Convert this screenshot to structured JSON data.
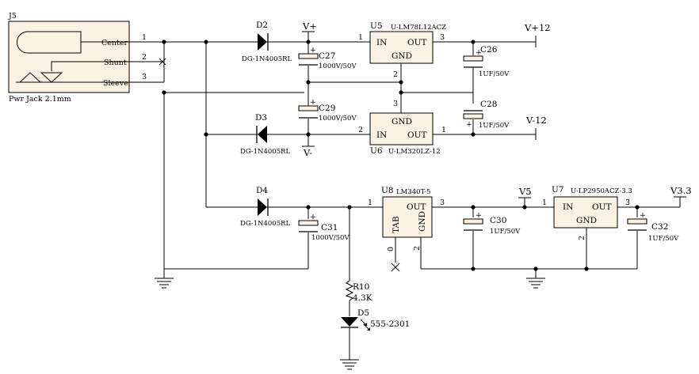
{
  "connector": {
    "ref": "J5",
    "pins": [
      "Center",
      "Shunt",
      "Sleeve"
    ],
    "pin_numbers": [
      "1",
      "2",
      "3"
    ],
    "value": "Pwr Jack 2.1mm"
  },
  "diodes": [
    {
      "ref": "D2",
      "value": "DG-1N4005RL"
    },
    {
      "ref": "D3",
      "value": "DG-1N4005RL"
    },
    {
      "ref": "D4",
      "value": "DG-1N4005RL"
    }
  ],
  "caps": {
    "c27": {
      "ref": "C27",
      "value": "1000V/50V"
    },
    "c29": {
      "ref": "C29",
      "value": "1000V/50V"
    },
    "c31": {
      "ref": "C31",
      "value": "1000V/50V"
    },
    "c26": {
      "ref": "C26",
      "value": "1UF/50V"
    },
    "c28": {
      "ref": "C28",
      "value": "1UF/50V"
    },
    "c30": {
      "ref": "C30",
      "value": "1UF/50V"
    },
    "c32": {
      "ref": "C32",
      "value": "1UF/50V"
    }
  },
  "regulators": {
    "u5": {
      "ref": "U5",
      "value": "U-LM78L12ACZ",
      "in": "IN",
      "out": "OUT",
      "gnd": "GND",
      "pin_in": "1",
      "pin_out": "3",
      "pin_gnd": "2"
    },
    "u6": {
      "ref": "U6",
      "value": "U-LM320LZ-12",
      "in": "IN",
      "out": "OUT",
      "gnd": "GND",
      "pin_in": "2",
      "pin_out": "1",
      "pin_gnd": "3"
    },
    "u8": {
      "ref": "U8",
      "value": "LM340T-5",
      "in": "1",
      "out_label": "OUT",
      "tab": "TAB",
      "gnd": "GND",
      "pin_out": "3",
      "pin_tab": "0",
      "pin_gnd": "2"
    },
    "u7": {
      "ref": "U7",
      "value": "U-LP2950ACZ-3.3",
      "in": "IN",
      "out": "OUT",
      "gnd": "GND",
      "pin_in": "1",
      "pin_out": "3",
      "pin_gnd": "2"
    }
  },
  "nets": {
    "vplus": "V+",
    "vminus": "V-",
    "vp12": "V+12",
    "vm12": "V-12",
    "v5": "V5",
    "v33": "V3.3"
  },
  "resistor": {
    "ref": "R10",
    "value": "4.3K"
  },
  "led": {
    "ref": "D5",
    "value": "555-2301"
  }
}
